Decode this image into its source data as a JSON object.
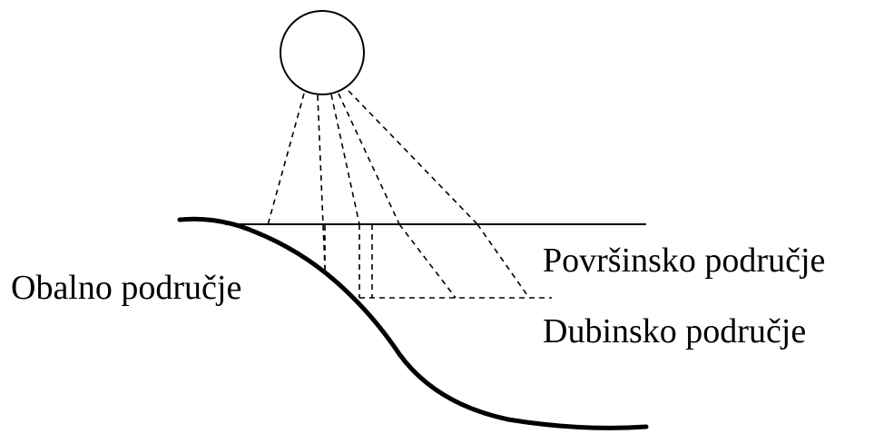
{
  "labels": {
    "coastal_zone": "Obalno područje",
    "surface_zone": "Površinsko područje",
    "deep_zone": "Dubinsko područje"
  },
  "icons": {
    "sun": "sun-icon"
  },
  "colors": {
    "ink": "#000000",
    "background": "#ffffff"
  }
}
